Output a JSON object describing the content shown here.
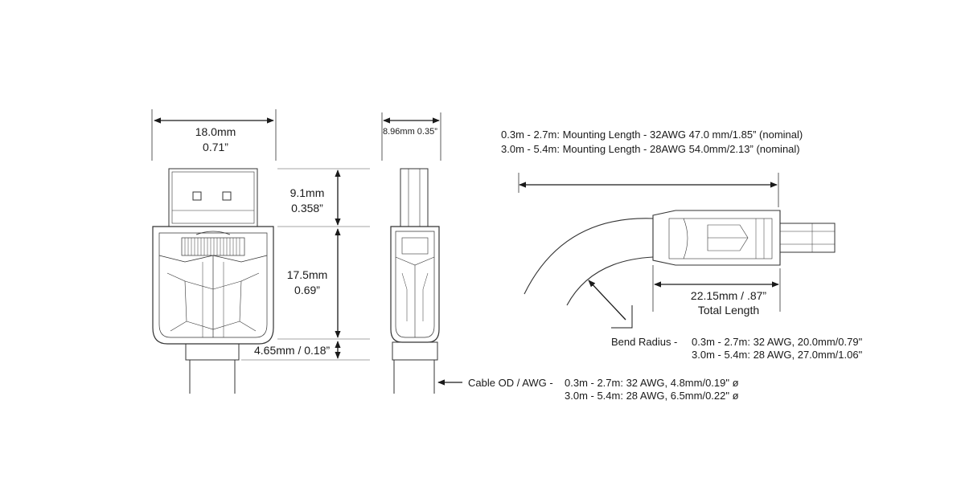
{
  "front_view": {
    "width_mm": "18.0mm",
    "width_in": "0.71”",
    "tip_height_mm": "9.1mm",
    "tip_height_in": "0.358”",
    "body_height_mm": "17.5mm",
    "body_height_in": "0.69”",
    "strain_relief": "4.65mm / 0.18”"
  },
  "side_view": {
    "thickness": "8.96mm 0.35”"
  },
  "mounting_length": {
    "line1": "0.3m - 2.7m:  Mounting Length - 32AWG 47.0 mm/1.85” (nominal)",
    "line2": "3.0m - 5.4m:   Mounting Length - 28AWG 54.0mm/2.13” (nominal)"
  },
  "total_length": {
    "value": "22.15mm / .87”",
    "label": "Total Length"
  },
  "bend_radius": {
    "label": "Bend Radius -",
    "line1": "0.3m - 2.7m: 32 AWG, 20.0mm/0.79\"",
    "line2": "3.0m - 5.4m: 28 AWG, 27.0mm/1.06\""
  },
  "cable_od": {
    "label": "Cable OD / AWG -",
    "line1": "0.3m - 2.7m: 32 AWG, 4.8mm/0.19\" ø",
    "line2": "3.0m - 5.4m: 28 AWG, 6.5mm/0.22\" ø"
  }
}
